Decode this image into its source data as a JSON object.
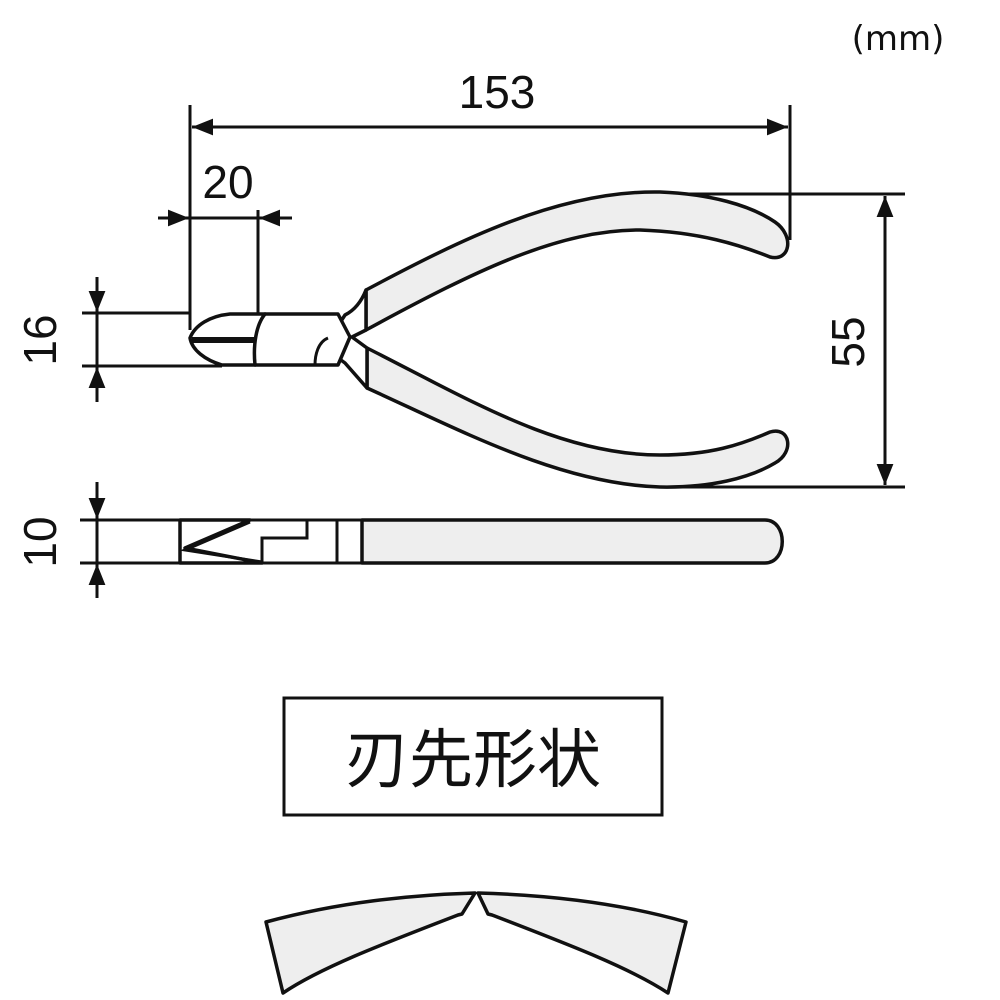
{
  "unit": "(mm)",
  "dimensions": {
    "overall_length": "153",
    "head_length": "20",
    "head_width": "16",
    "handle_span": "55",
    "thickness": "10"
  },
  "section_label": "刃先形状",
  "colors": {
    "line": "#111111",
    "grip_fill": "#eeeeee",
    "background": "#ffffff"
  }
}
